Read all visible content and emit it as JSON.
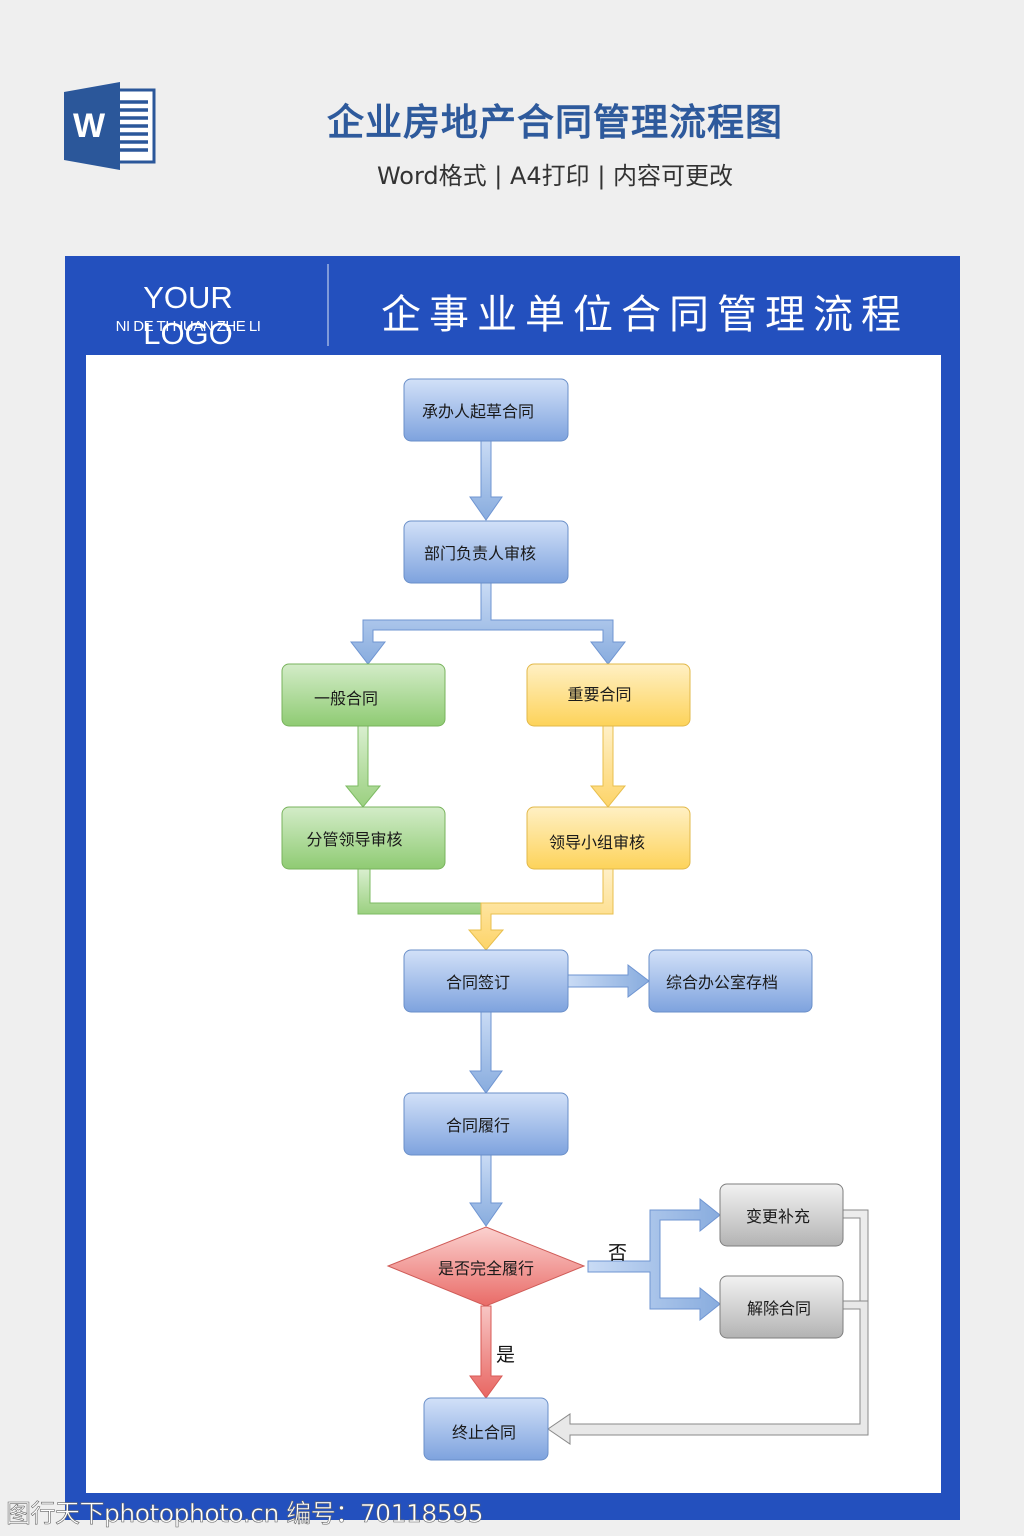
{
  "header": {
    "app_icon": "word-document-icon",
    "icon_letter": "W",
    "title": "企业房地产合同管理流程图",
    "subtitle": "Word格式 | A4打印 | 内容可更改"
  },
  "banner": {
    "logo_main": "YOUR LOGO",
    "logo_sub": "NI DE TI HUAN ZHE LI",
    "title": "企事业单位合同管理流程"
  },
  "colors": {
    "brand_blue": "#2350be",
    "title_blue": "#2e5a9c",
    "node_blue": "#8fb0e4",
    "node_green": "#97cf7e",
    "node_yellow": "#fdd66a",
    "node_red": "#ee7d79",
    "node_gray": "#bdbdbd"
  },
  "flowchart": {
    "nodes": [
      {
        "id": "draft",
        "label": "承办人起草合同",
        "shape": "rect",
        "color": "blue"
      },
      {
        "id": "dept_review",
        "label": "部门负责人审核",
        "shape": "rect",
        "color": "blue"
      },
      {
        "id": "general",
        "label": "一般合同",
        "shape": "rect",
        "color": "green"
      },
      {
        "id": "important",
        "label": "重要合同",
        "shape": "rect",
        "color": "yellow"
      },
      {
        "id": "leader_review",
        "label": "分管领导审核",
        "shape": "rect",
        "color": "green"
      },
      {
        "id": "group_review",
        "label": "领导小组审核",
        "shape": "rect",
        "color": "yellow"
      },
      {
        "id": "sign",
        "label": "合同签订",
        "shape": "rect",
        "color": "blue"
      },
      {
        "id": "archive",
        "label": "综合办公室存档",
        "shape": "rect",
        "color": "blue"
      },
      {
        "id": "perform",
        "label": "合同履行",
        "shape": "rect",
        "color": "blue"
      },
      {
        "id": "decision",
        "label": "是否完全履行",
        "shape": "diamond",
        "color": "red"
      },
      {
        "id": "amend",
        "label": "变更补充",
        "shape": "rect",
        "color": "gray"
      },
      {
        "id": "cancel",
        "label": "解除合同",
        "shape": "rect",
        "color": "gray"
      },
      {
        "id": "terminate",
        "label": "终止合同",
        "shape": "rect",
        "color": "blue"
      }
    ],
    "edges": [
      {
        "from": "draft",
        "to": "dept_review",
        "label": ""
      },
      {
        "from": "dept_review",
        "to": "general",
        "label": ""
      },
      {
        "from": "dept_review",
        "to": "important",
        "label": ""
      },
      {
        "from": "general",
        "to": "leader_review",
        "label": ""
      },
      {
        "from": "important",
        "to": "group_review",
        "label": ""
      },
      {
        "from": "leader_review",
        "to": "sign",
        "label": ""
      },
      {
        "from": "group_review",
        "to": "sign",
        "label": ""
      },
      {
        "from": "sign",
        "to": "archive",
        "label": ""
      },
      {
        "from": "sign",
        "to": "perform",
        "label": ""
      },
      {
        "from": "perform",
        "to": "decision",
        "label": ""
      },
      {
        "from": "decision",
        "to": "amend",
        "label": "否"
      },
      {
        "from": "decision",
        "to": "cancel",
        "label": "否"
      },
      {
        "from": "decision",
        "to": "terminate",
        "label": "是"
      },
      {
        "from": "amend",
        "to": "terminate",
        "label": ""
      },
      {
        "from": "cancel",
        "to": "terminate",
        "label": ""
      }
    ],
    "label_no": "否",
    "label_yes": "是"
  },
  "watermark": "图行天下photophoto.cn 编号：70118595"
}
